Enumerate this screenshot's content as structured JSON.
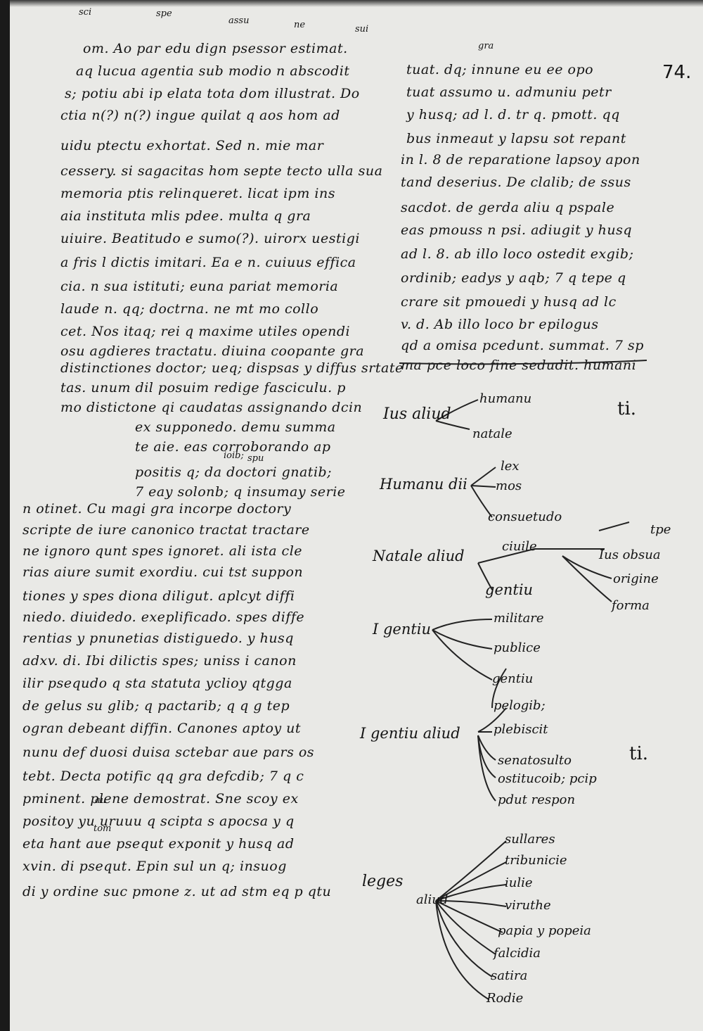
{
  "folio": "74.",
  "top_glosses": [
    "sci",
    "spe",
    "assu",
    "ne",
    "sui"
  ],
  "column_gloss": "gra",
  "left_column": [
    "om. Ao par edu dign psessor estimat.",
    "aq lucua agentia sub modio n abscodit",
    "s; potiu abi ip elata tota dom illustrat. Do",
    "ctia n(?) n(?) ingue quilat q aos hom ad",
    "uidu ptectu exhortat. Sed n. mie mar",
    "cessery. si sagacitas hom septe tecto ulla sua",
    "memoria ptis relinqueret. licat ipm ins",
    "aia instituta mlis pdee. multa q gra",
    "uiuire. Beatitudo e sumo(?). uirorx uestigi",
    "a fris l dictis imitari. Ea e n. cuiuus effica",
    "cia. n sua istituti; euna pariat memoria",
    "laude n. qq; doctrna. ne mt mo collo",
    "cet. Nos itaq; rei q maxime utiles opendi",
    "osu agdieres tractatu. diuina coopante gra",
    "distinctiones doctor; ueq; dispsas y diffus srtate",
    "tas. unum dil posuim redige fasciculu. p",
    "mo distictone qi caudatas assignando dcin",
    "ex supponedo. demu summa",
    "te aie. eas corroborando ap",
    "positis q; da doctori gnatib;",
    "7 eay solonb; q insumay serie",
    "n otinet. Cu magi gra incorpe doctory",
    "scripte de iure canonico tractat tractare",
    "ne ignoro qunt spes ignoret. ali ista cle",
    "rias aiure sumit exordiu. cui tst suppon",
    "tiones y spes diona diligut. aplcyt diffi",
    "niedo. diuidedo. exeplificado. spes diffe",
    "rentias y pnunetias distiguedo. y husq",
    "adxv. di. Ibi dilictis spes; uniss i canon",
    "ilir psequdo q sta statuta yclioy qtgga",
    "de gelus su glib; q pactarib; q q g tep",
    "ogran debeant diffin. Canones aptoy ut",
    "nunu def duosi duisa sctebar aue pars os",
    "tebt. Decta potific qq gra defcdib; 7 q c",
    "pminent. plene demostrat. Sne scoy ex",
    "positoy yu uruuu q scipta s apocsa y q",
    "eta hant aue psequt exponit y husq ad",
    "xvin. di psequt. Epin sul un q; insuog",
    "di y ordine suc pmone z. ut ad stm eq p qtu"
  ],
  "left_interlinear": [
    "au",
    "ioib;",
    "spu",
    "tom"
  ],
  "right_column": [
    "tuat. dq; innune eu ee opo",
    "tuat assumo u. admuniu petr",
    "y husq; ad l. d. tr q. pmott. qq",
    "bus inmeaut y lapsu sot repant",
    "in l. 8 de reparatione lapsoy apon",
    "tand deserius. De clalib; de ssus",
    "sacdot. de gerda aliu q pspale",
    "eas pmouss n psi. adiugit y husq",
    "ad l. 8. ab illo loco ostedit exgib;",
    "ordinib; eadys y aqb; 7 q tepe q",
    "crare sit pmouedi y husq ad lc",
    "v. d. Ab illo loco br epilogus",
    "qd a omisa pcedunt. summat. 7 sp",
    "ma pce loco fine sedudit. humani"
  ],
  "tree": {
    "root_labels": [
      "Ius aliud",
      "Humanu dii",
      "Natale aliud",
      "I gentiu",
      "I gentiu aliud",
      "leges",
      "aliud"
    ],
    "labels": [
      "humanu",
      "natale",
      "lex",
      "mos",
      "consuetudo",
      "ciuile",
      "Ius obsua",
      "origine",
      "forma",
      "tpe",
      "gentiu",
      "militare",
      "publice",
      "gentiu",
      "pelogib;",
      "plebiscit",
      "senatosulto",
      "ostitucoib; pcip",
      "pdut respon",
      "sullares",
      "tribunicie",
      "iulie",
      "viruthe",
      "papia y popeia",
      "falcidia",
      "satira",
      "Rodie"
    ],
    "margin_marks": [
      "ti.",
      "ti."
    ]
  }
}
